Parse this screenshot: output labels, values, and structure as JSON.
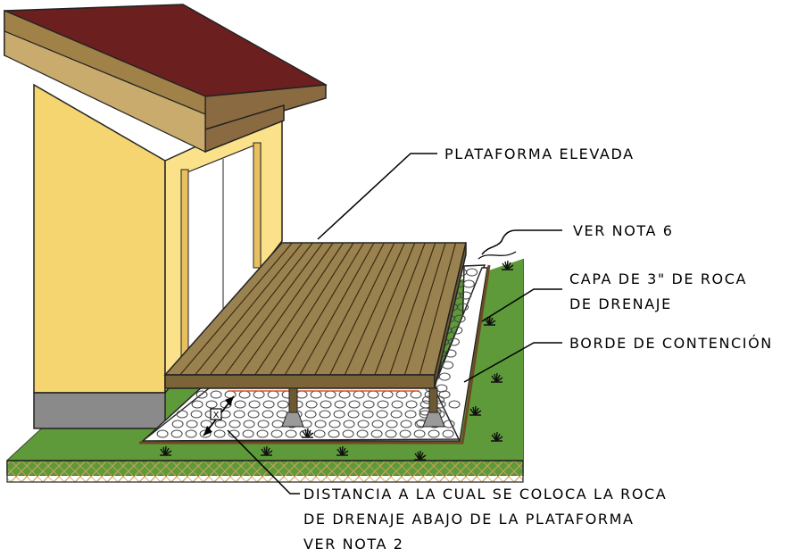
{
  "colors": {
    "roof": "#6b1f1f",
    "roof_edge": "#8a6a40",
    "wall_front": "#fbe18a",
    "wall_side": "#f4d570",
    "foundation": "#8a8a8a",
    "grass": "#5e9a3a",
    "grass_dark": "#3f7a24",
    "deck": "#9a8250",
    "deck_dark": "#6d5a32",
    "gravel": "#ffffff",
    "soil_hatch": "#c9a25a",
    "red_line": "#e0522a"
  },
  "labels": {
    "platform": "PLATAFORMA ELEVADA",
    "note6": "VER NOTA 6",
    "rock_layer_1": "CAPA DE 3\" DE ROCA",
    "rock_layer_2": "DE DRENAJE",
    "border": "BORDE DE CONTENCIÓN",
    "distance_1": "DISTANCIA A LA CUAL SE COLOCA LA ROCA",
    "distance_2": "DE DRENAJE ABAJO DE LA PLATAFORMA",
    "distance_3": "VER NOTA 2",
    "dimension_mark": "X"
  },
  "icons": {
    "plant": "grass-tuft-icon",
    "rock": "rock-icon",
    "dimension": "dimension-arrow-icon"
  }
}
